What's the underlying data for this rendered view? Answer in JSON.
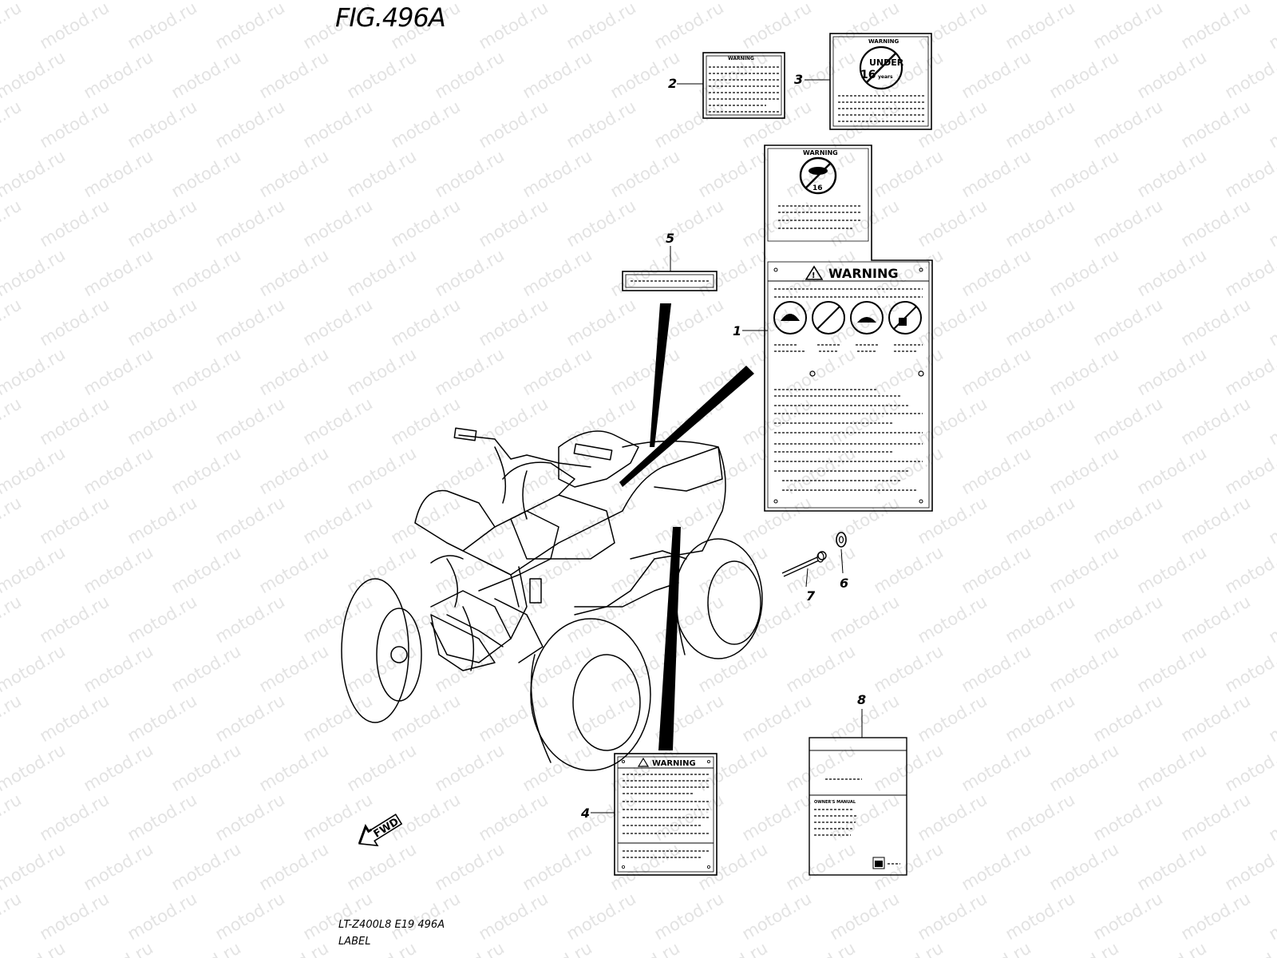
{
  "figure": {
    "title": "FIG.496A",
    "model_code": "LT-Z400L8  E19  496A",
    "caption": "LABEL"
  },
  "watermark": {
    "text": "motod.ru"
  },
  "callouts": [
    "1",
    "2",
    "3",
    "4",
    "5",
    "6",
    "7",
    "8"
  ],
  "labels": {
    "warning_text": "WARNING",
    "label2_header": "WARNING",
    "label3_header": "WARNING",
    "label3_icon_text_top": "UNDER",
    "label3_icon_text_bottom": "16",
    "label3_icon_text_suffix": "years",
    "label1a_header": "WARNING",
    "label1a_icon_text": "16",
    "label1b_header": "WARNING",
    "label4_header": "WARNING",
    "label8_title": "OWNER'S MANUAL"
  },
  "fwd_arrow": {
    "text": "FWD"
  }
}
